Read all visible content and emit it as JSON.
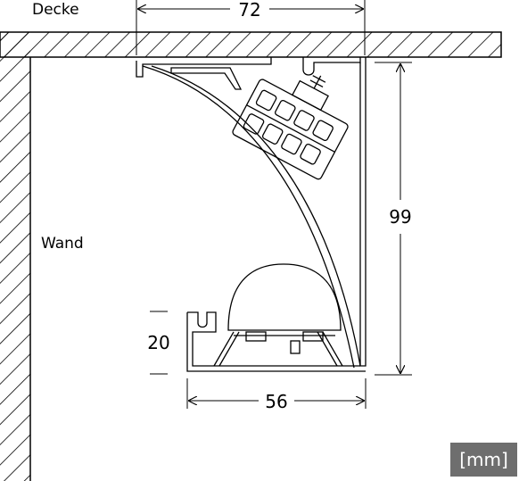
{
  "labels": {
    "ceiling": "Decke",
    "wall": "Wand",
    "unit": "[mm]"
  },
  "dimensions": {
    "top_width": "72",
    "height": "99",
    "bottom_width": "56",
    "lip_height": "20"
  },
  "colors": {
    "line": "#000000",
    "badge_bg": "#6e6e6e",
    "badge_text": "#ffffff"
  }
}
